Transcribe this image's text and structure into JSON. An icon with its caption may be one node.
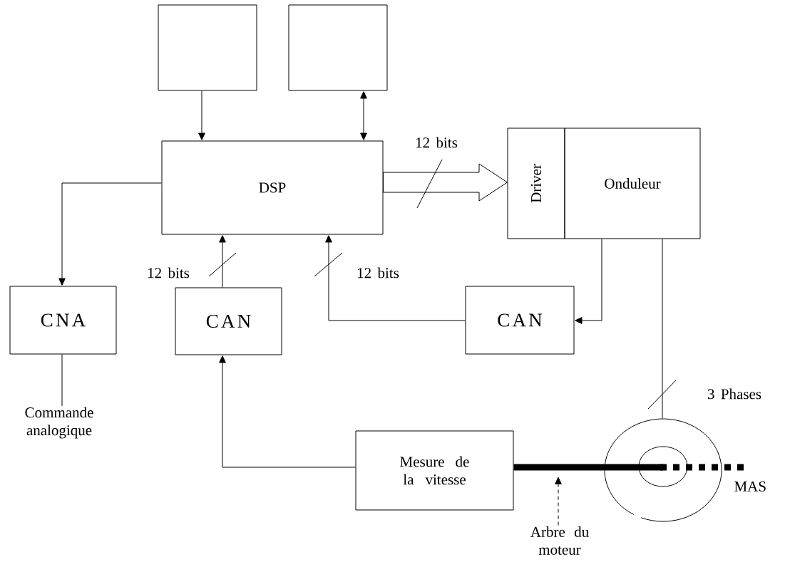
{
  "diagram": {
    "nodes": [
      {
        "text": [],
        "shape": "box"
      },
      {
        "text": [],
        "shape": "box"
      },
      {
        "text": [
          "DSP"
        ]
      },
      {
        "text": [
          "Driver"
        ]
      },
      {
        "text": [
          "Onduleur"
        ]
      },
      {
        "text": [
          "CNA"
        ]
      },
      {
        "text": [
          "CAN"
        ]
      },
      {
        "text": [
          "CAN"
        ]
      },
      {
        "text": [
          "Commande analogique"
        ]
      },
      {
        "text": [
          "Mesure de la vitesse"
        ]
      },
      {
        "text": [],
        "shape": "circle",
        "beside": [
          "MAS"
        ]
      },
      {
        "text": [
          "Arbre du moteur"
        ]
      }
    ],
    "edges": [
      {
        "from": 0,
        "to": 2,
        "arrow": "to"
      },
      {
        "from": 1,
        "to": 2,
        "arrow": "both"
      },
      {
        "from": 2,
        "to": 3,
        "arrow": "to",
        "label": "12 bits",
        "style": "thick"
      },
      {
        "from": 2,
        "to": 5,
        "arrow": "to"
      },
      {
        "from": 6,
        "to": 2,
        "arrow": "to",
        "label": "12 bits"
      },
      {
        "from": 7,
        "to": 2,
        "arrow": "to",
        "label": "12 bits"
      },
      {
        "from": 4,
        "to": 7,
        "arrow": "to"
      },
      {
        "from": 4,
        "to": 10,
        "arrow": "none",
        "label": "3 Phases"
      },
      {
        "from": 5,
        "to": 8,
        "arrow": "none"
      },
      {
        "from": 9,
        "to": 6,
        "arrow": "to"
      },
      {
        "from": 9,
        "to": 10,
        "arrow": "none",
        "style": "thick"
      },
      {
        "from": 11,
        "to": null,
        "arrow": "to",
        "style": "dashed"
      }
    ]
  }
}
